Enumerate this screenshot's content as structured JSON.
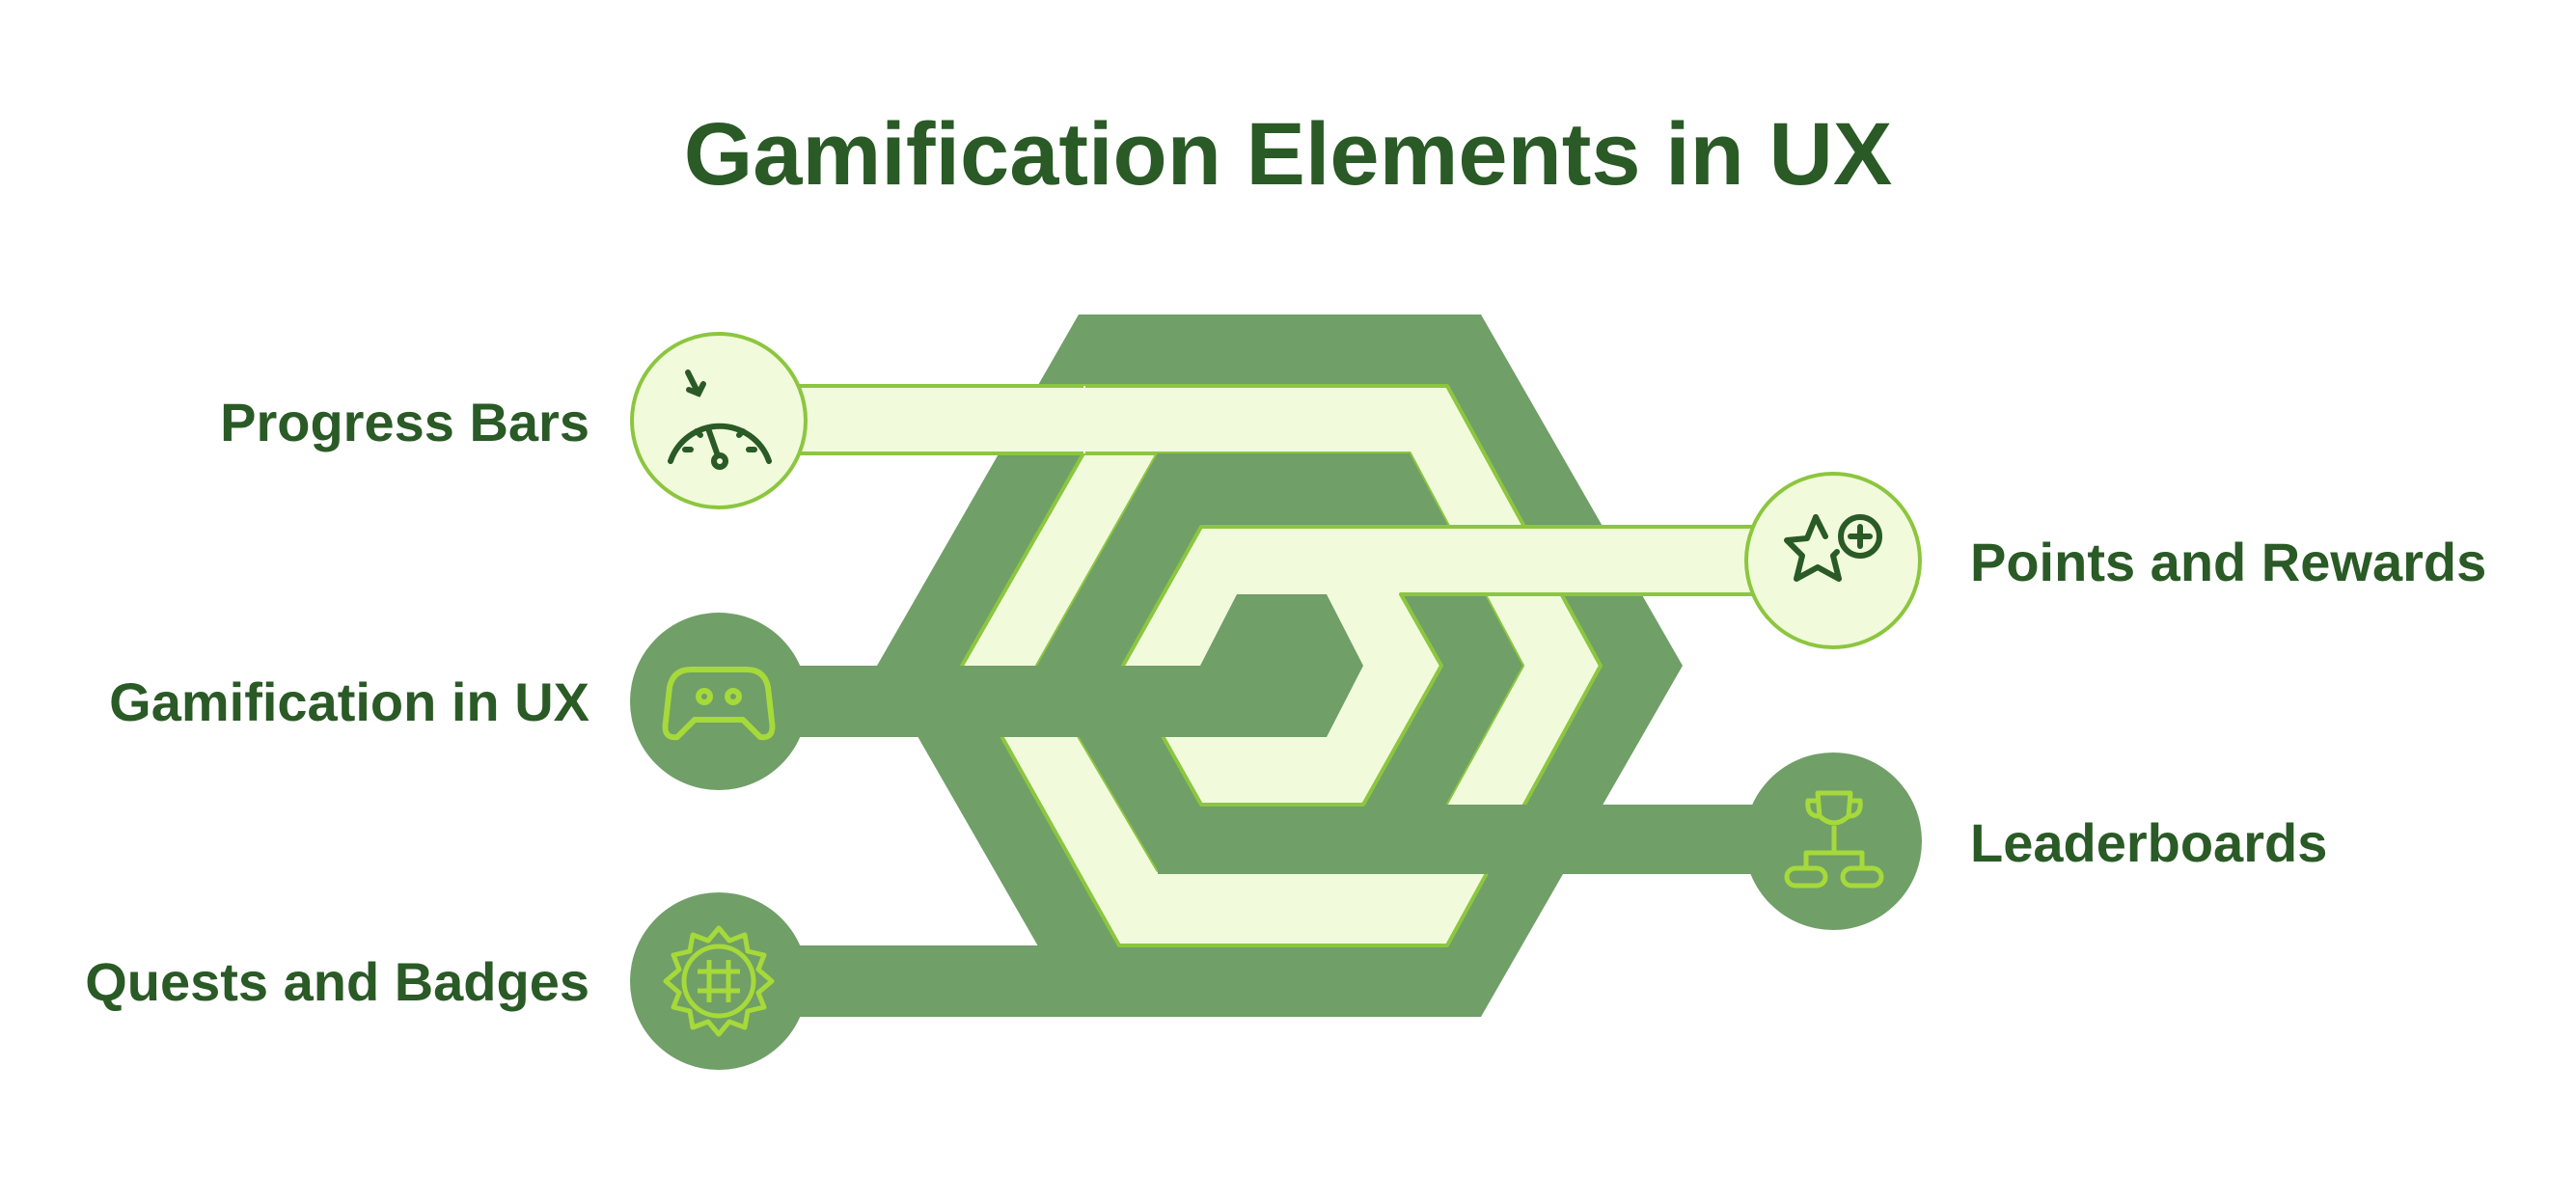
{
  "title": "Gamification Elements in UX",
  "items": [
    {
      "label": "Progress Bars",
      "icon": "speedometer-icon"
    },
    {
      "label": "Gamification in UX",
      "icon": "game-controller-icon"
    },
    {
      "label": "Quests and Badges",
      "icon": "badge-icon"
    },
    {
      "label": "Points and Rewards",
      "icon": "star-plus-icon"
    },
    {
      "label": "Leaderboards",
      "icon": "trophy-icon"
    }
  ],
  "colors": {
    "dark_green": "#709f68",
    "light_green": "#f1fbdc",
    "lime_outline": "#8cc63f",
    "text_green": "#2a5a26",
    "icon_dark": "#2a5a26",
    "icon_lime": "#a6d93a"
  }
}
